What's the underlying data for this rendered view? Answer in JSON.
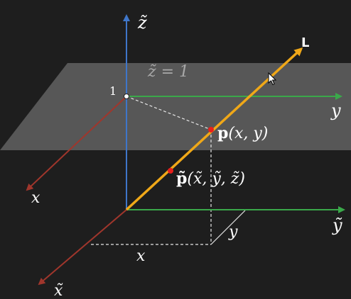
{
  "labels": {
    "z_tilde_axis": "z̃",
    "y_axis_upper": "y",
    "y_tilde_axis": "ỹ",
    "x_axis_upper": "x",
    "x_tilde_axis": "x̃",
    "plane_equation": "z̃ = 1",
    "one_mark": "1",
    "line_name": "L",
    "point_p_bold": "p",
    "point_p_args": "(x, y)",
    "point_ptilde_bold": "p̃",
    "point_ptilde_args": "(x̃, ỹ, z̃)",
    "x_projection": "x",
    "y_projection": "y"
  },
  "colors": {
    "background": "#1e1e1e",
    "plane": "#7a7a7a",
    "z_axis": "#3f76c9",
    "y_axis": "#3aa84a",
    "x_axis": "#a0362c",
    "line_L": "#f0a818",
    "point": "#e8201c",
    "dashed": "#e6e6e6"
  }
}
